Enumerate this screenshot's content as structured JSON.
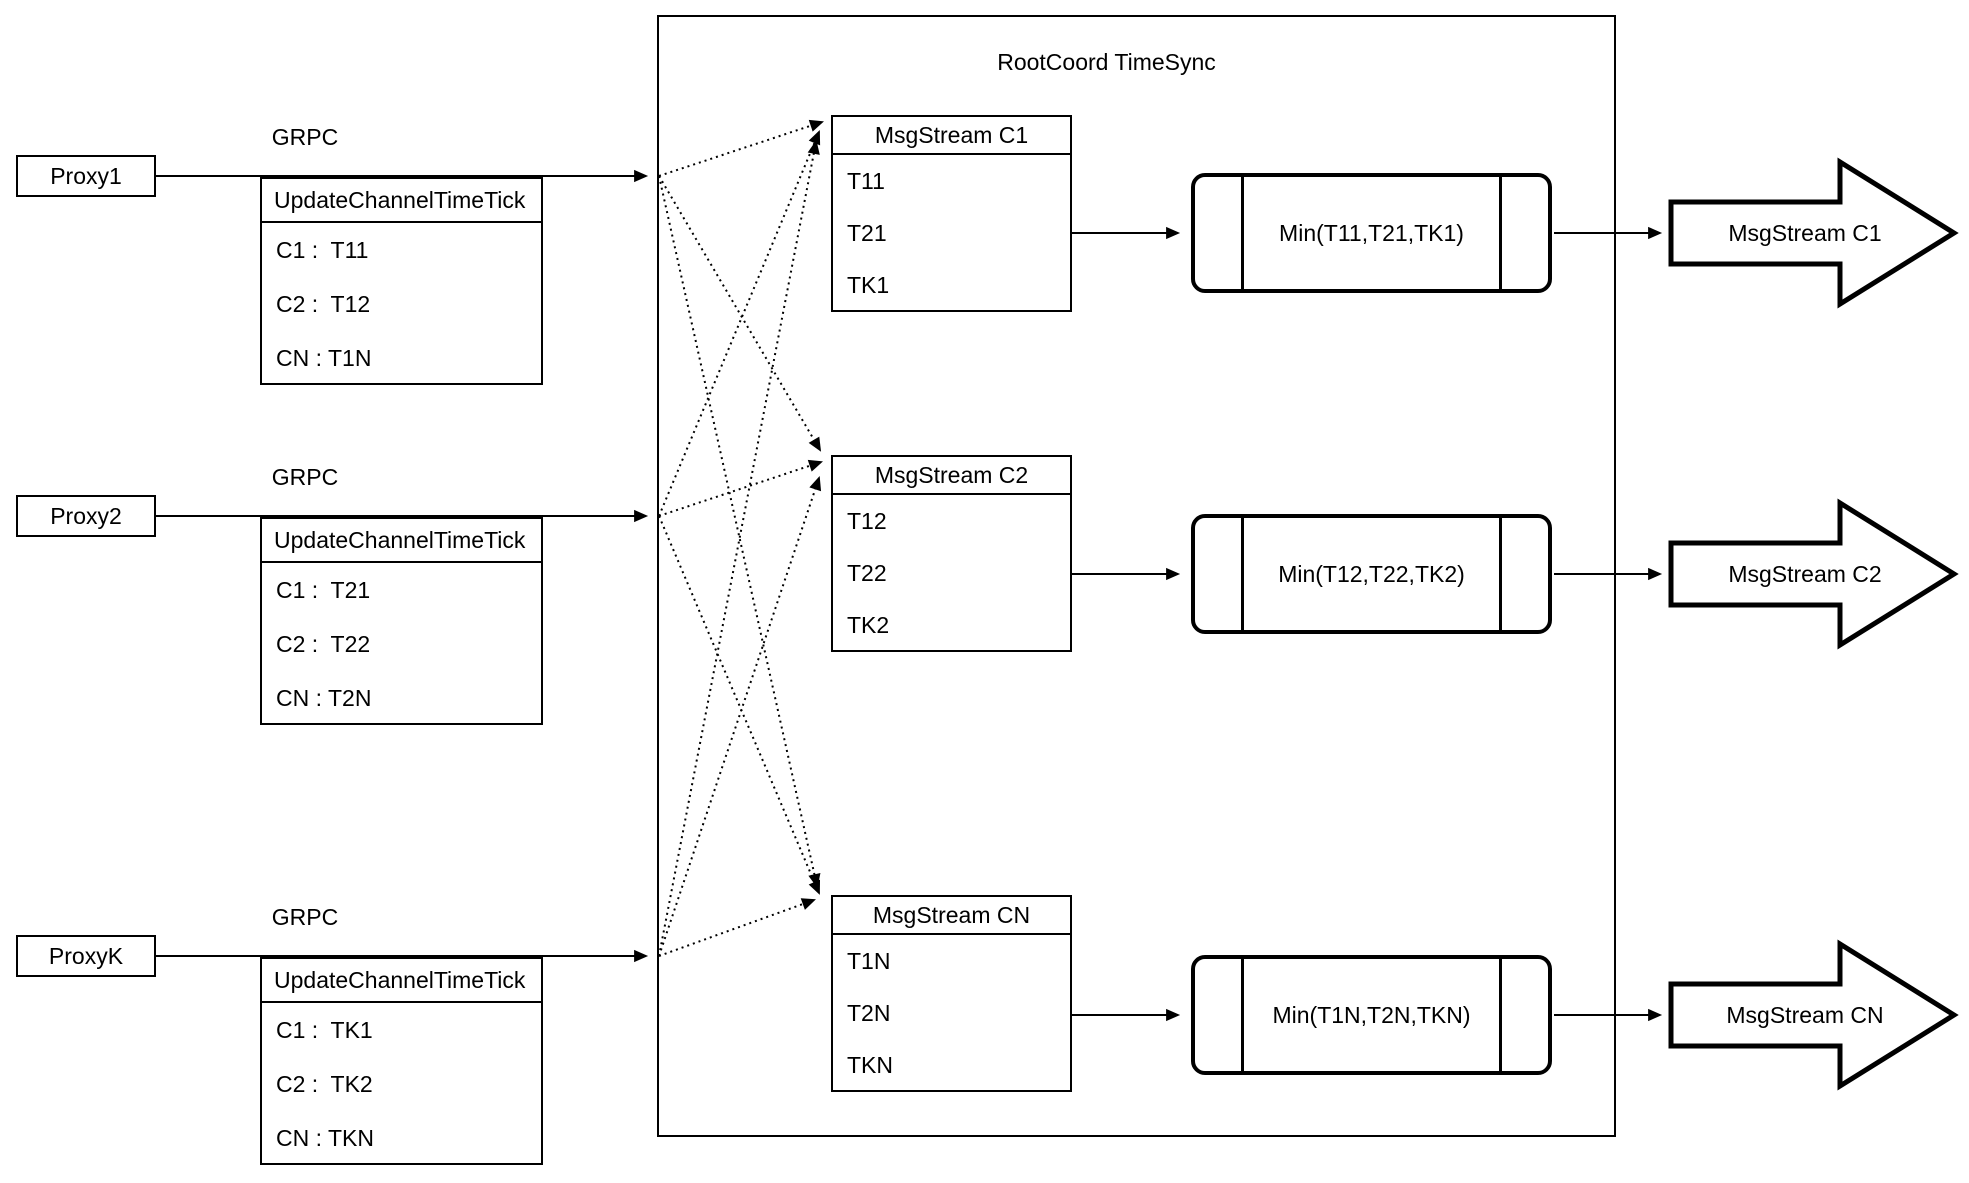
{
  "diagram": {
    "container_title": "RootCoord TimeSync",
    "colors": {
      "stroke": "#000000",
      "background": "#ffffff"
    },
    "proxies": [
      {
        "name": "Proxy1",
        "protocol": "GRPC",
        "table_title": "UpdateChannelTimeTick",
        "rows": [
          "C1 :  T11",
          "C2 :  T12",
          "CN : T1N"
        ]
      },
      {
        "name": "Proxy2",
        "protocol": "GRPC",
        "table_title": "UpdateChannelTimeTick",
        "rows": [
          "C1 :  T21",
          "C2 :  T22",
          "CN : T2N"
        ]
      },
      {
        "name": "ProxyK",
        "protocol": "GRPC",
        "table_title": "UpdateChannelTimeTick",
        "rows": [
          "C1 :  TK1",
          "C2 :  TK2",
          "CN : TKN"
        ]
      }
    ],
    "streams": [
      {
        "header": "MsgStream C1",
        "entries": [
          "T11",
          "T21",
          "TK1"
        ],
        "min": "Min(T11,T21,TK1)",
        "output": "MsgStream C1"
      },
      {
        "header": "MsgStream C2",
        "entries": [
          "T12",
          "T22",
          "TK2"
        ],
        "min": "Min(T12,T22,TK2)",
        "output": "MsgStream C2"
      },
      {
        "header": "MsgStream CN",
        "entries": [
          "T1N",
          "T2N",
          "TKN"
        ],
        "min": "Min(T1N,T2N,TKN)",
        "output": "MsgStream CN"
      }
    ]
  }
}
